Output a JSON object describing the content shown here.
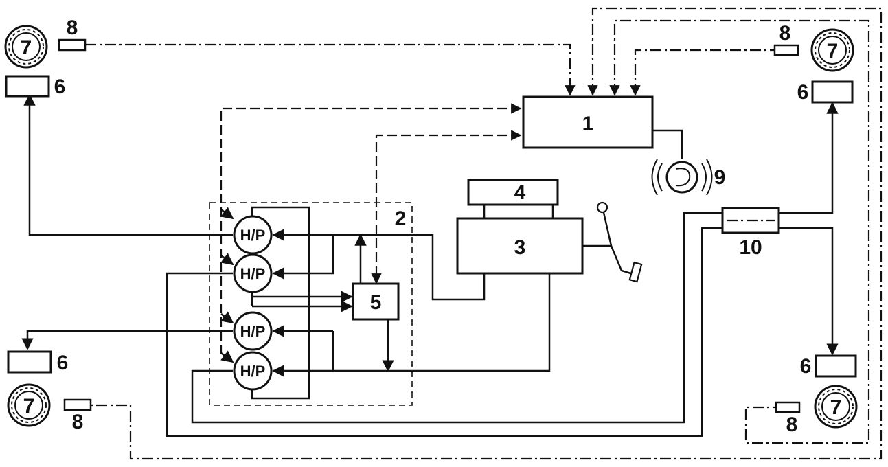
{
  "labels": {
    "control_unit": "1",
    "hydraulic_unit": "2",
    "master_cylinder": "3",
    "brake_booster": "4",
    "pump_unit": "5",
    "brake": "6",
    "wheel": "7",
    "wheel_sensor": "8",
    "warning_lamp": "9",
    "pressure_regulator": "10",
    "valve": "H/P"
  },
  "colors": {
    "ink": "#111111",
    "paper": "#ffffff"
  }
}
